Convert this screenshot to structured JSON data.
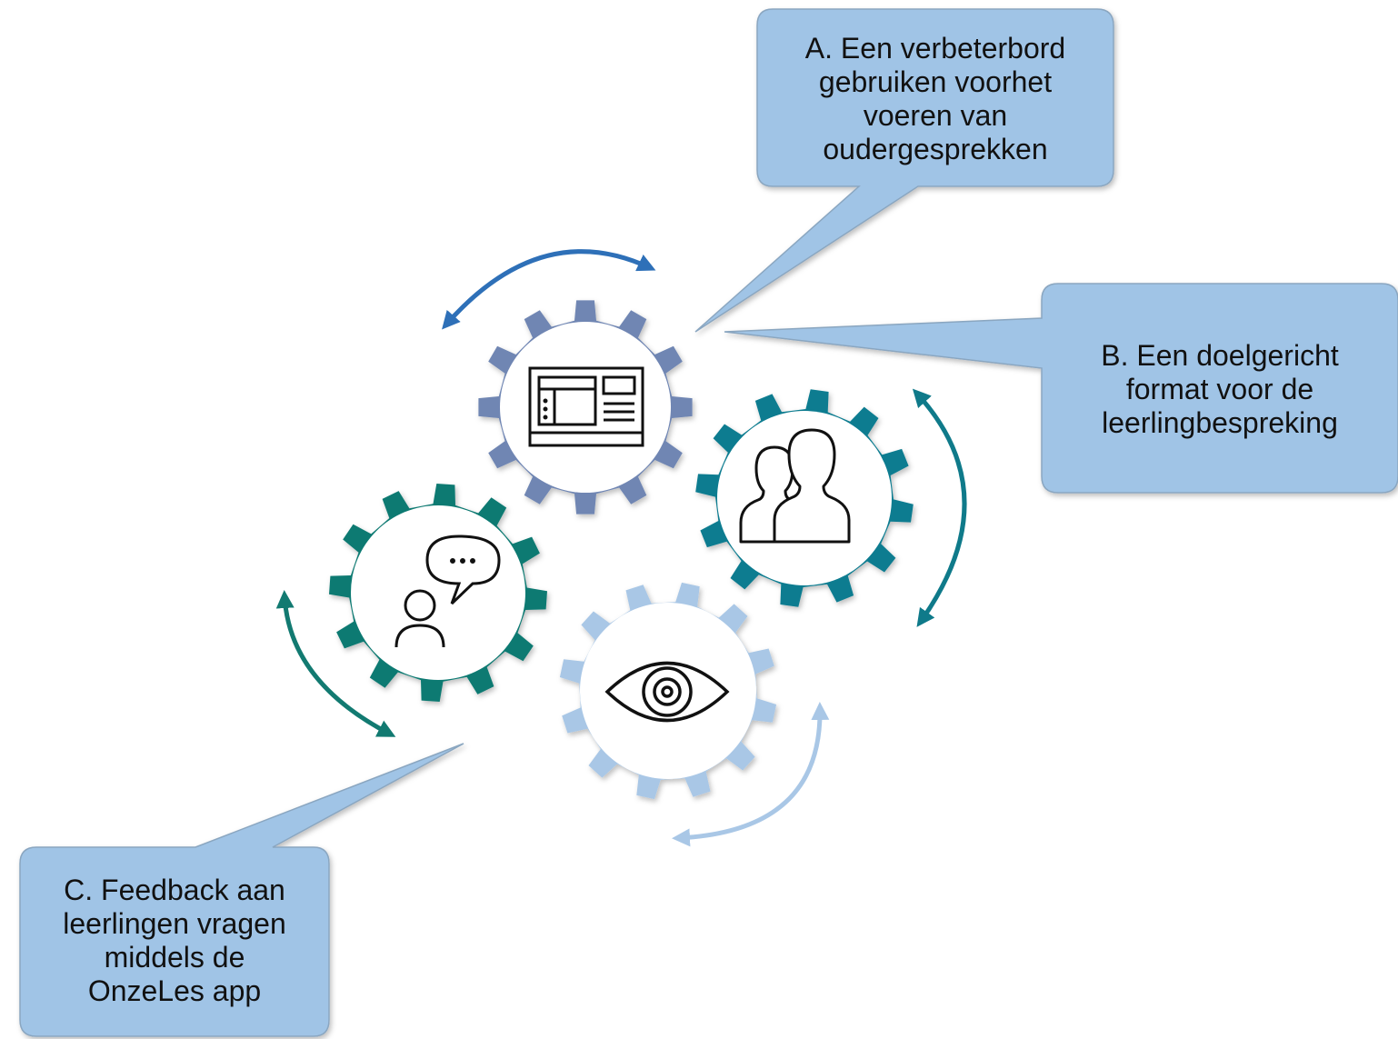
{
  "callouts": {
    "a": {
      "lines": [
        "A. Een verbeterbord",
        "gebruiken voorhet",
        "voeren van",
        "oudergesprekken"
      ]
    },
    "b": {
      "lines": [
        "B. Een doelgericht",
        "format voor de",
        "leerlingbespreking"
      ]
    },
    "c": {
      "lines": [
        "C. Feedback aan",
        "leerlingen vragen",
        "middels de",
        "OnzeLes app"
      ]
    }
  },
  "gears": [
    {
      "id": "board",
      "icon": "dashboard-board-icon",
      "color": "#6f86b3"
    },
    {
      "id": "people",
      "icon": "two-people-icon",
      "color": "#0a7c90"
    },
    {
      "id": "feedback",
      "icon": "person-speech-bubble-icon",
      "color": "#117a72"
    },
    {
      "id": "eye",
      "icon": "eye-icon",
      "color": "#a9c7e6"
    }
  ],
  "arrows": {
    "board": "#2e70b8",
    "people": "#0f7a8a",
    "feedback": "#127a71",
    "eye": "#a9c7e6"
  },
  "callout_fill": "#a0c4e6",
  "callout_stroke": "#8aa6c0"
}
